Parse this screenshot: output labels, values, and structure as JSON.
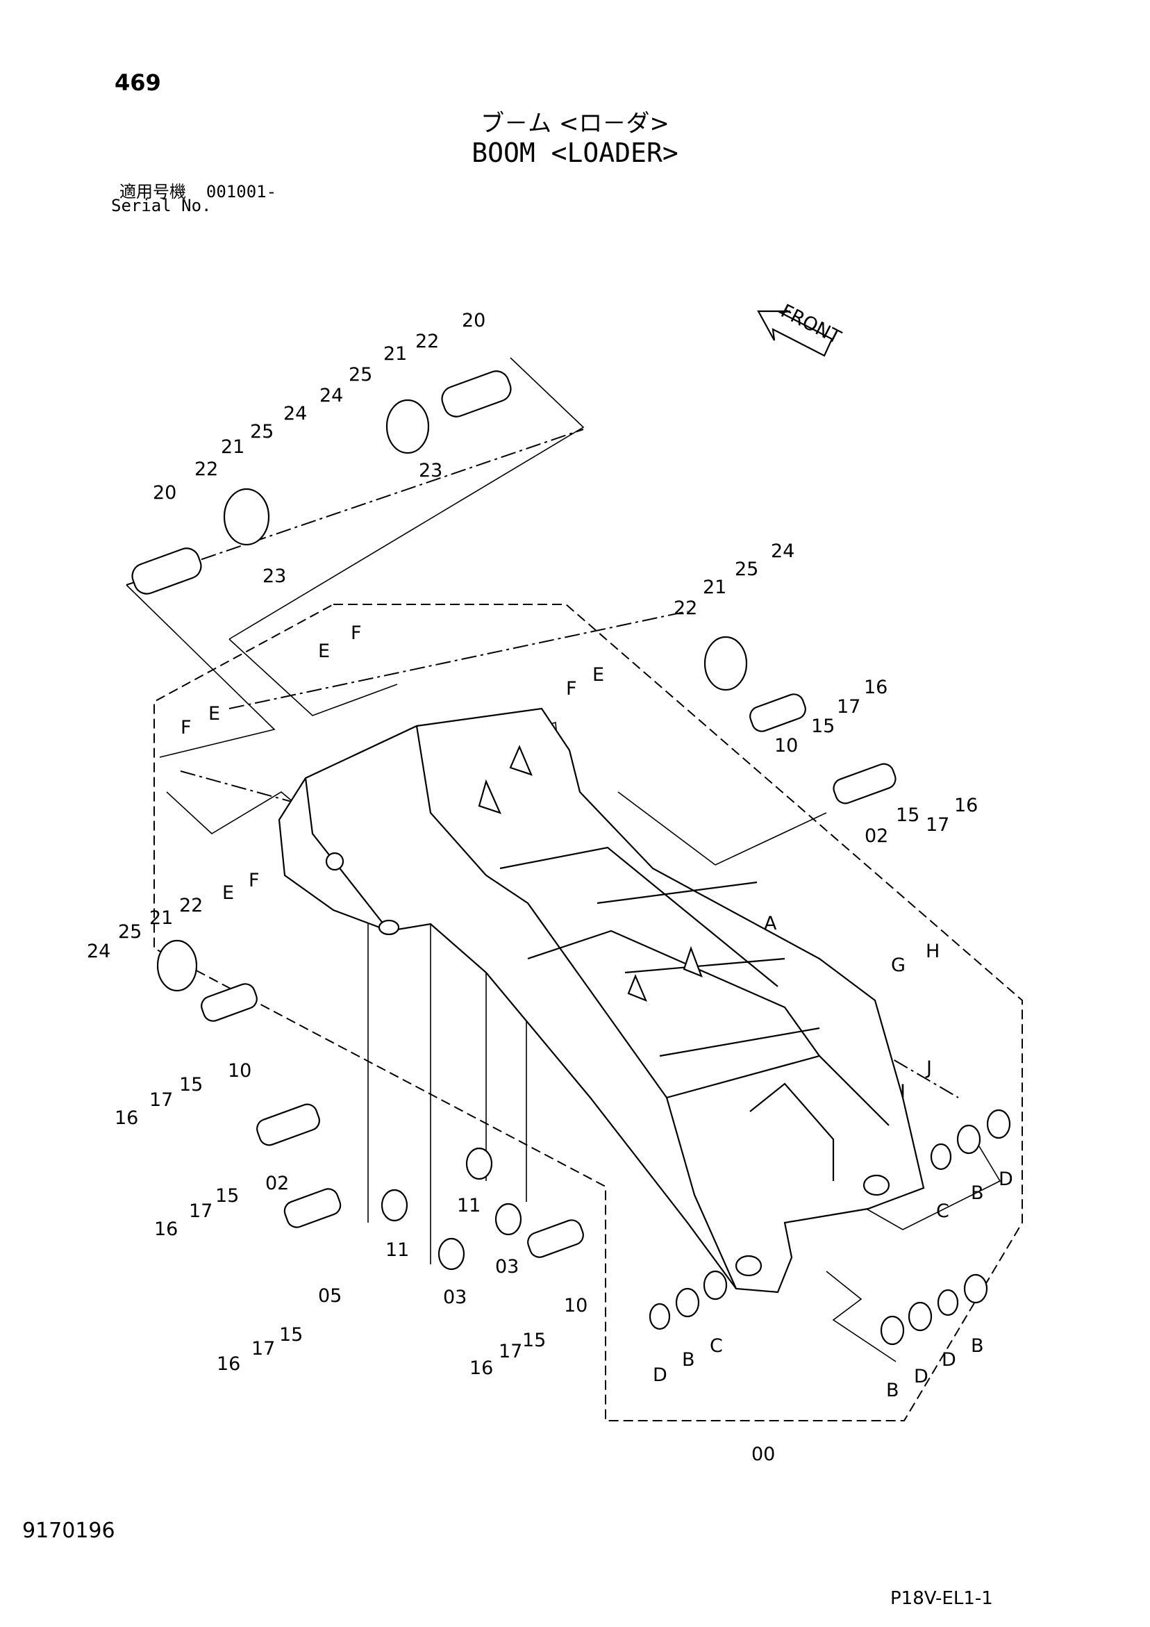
{
  "header": {
    "page_number": "469",
    "title_jp": "ブ－ム <ロ－ダ>",
    "title_en": "BOOM <LOADER>",
    "serial_label_jp": "適用号機  001001-",
    "serial_label_en": "Serial No."
  },
  "footer": {
    "figure_number": "9170196",
    "sheet_code": "P18V-EL1-1"
  },
  "direction_arrow": {
    "label": "FRONT"
  },
  "callouts": [
    {
      "id": "c1",
      "label": "20"
    },
    {
      "id": "c2",
      "label": "22"
    },
    {
      "id": "c3",
      "label": "21"
    },
    {
      "id": "c4",
      "label": "25"
    },
    {
      "id": "c5",
      "label": "24"
    },
    {
      "id": "c6",
      "label": "23"
    },
    {
      "id": "c7",
      "label": "20"
    },
    {
      "id": "c8",
      "label": "22"
    },
    {
      "id": "c9",
      "label": "21"
    },
    {
      "id": "c10",
      "label": "25"
    },
    {
      "id": "c11",
      "label": "24"
    },
    {
      "id": "c12",
      "label": "23"
    },
    {
      "id": "c13",
      "label": "24"
    },
    {
      "id": "c14",
      "label": "25"
    },
    {
      "id": "c15",
      "label": "21"
    },
    {
      "id": "c16",
      "label": "22"
    },
    {
      "id": "c17",
      "label": "16"
    },
    {
      "id": "c18",
      "label": "17"
    },
    {
      "id": "c19",
      "label": "15"
    },
    {
      "id": "c20",
      "label": "10"
    },
    {
      "id": "c21",
      "label": "F"
    },
    {
      "id": "c22",
      "label": "E"
    },
    {
      "id": "c23",
      "label": "16"
    },
    {
      "id": "c24",
      "label": "17"
    },
    {
      "id": "c25",
      "label": "15"
    },
    {
      "id": "c26",
      "label": "02"
    },
    {
      "id": "c27",
      "label": "E"
    },
    {
      "id": "c28",
      "label": "F"
    },
    {
      "id": "c29",
      "label": "F"
    },
    {
      "id": "c30",
      "label": "E"
    },
    {
      "id": "c31",
      "label": "E"
    },
    {
      "id": "c32",
      "label": "F"
    },
    {
      "id": "c33",
      "label": "24"
    },
    {
      "id": "c34",
      "label": "25"
    },
    {
      "id": "c35",
      "label": "21"
    },
    {
      "id": "c36",
      "label": "22"
    },
    {
      "id": "c37",
      "label": "16"
    },
    {
      "id": "c38",
      "label": "17"
    },
    {
      "id": "c39",
      "label": "15"
    },
    {
      "id": "c40",
      "label": "10"
    },
    {
      "id": "c41",
      "label": "16"
    },
    {
      "id": "c42",
      "label": "17"
    },
    {
      "id": "c43",
      "label": "15"
    },
    {
      "id": "c44",
      "label": "02"
    },
    {
      "id": "c45",
      "label": "11"
    },
    {
      "id": "c46",
      "label": "11"
    },
    {
      "id": "c47",
      "label": "03"
    },
    {
      "id": "c48",
      "label": "03"
    },
    {
      "id": "c49",
      "label": "05"
    },
    {
      "id": "c50",
      "label": "16"
    },
    {
      "id": "c51",
      "label": "17"
    },
    {
      "id": "c52",
      "label": "15"
    },
    {
      "id": "c53",
      "label": "10"
    },
    {
      "id": "c54",
      "label": "16"
    },
    {
      "id": "c55",
      "label": "17"
    },
    {
      "id": "c56",
      "label": "15"
    },
    {
      "id": "c57",
      "label": "A"
    },
    {
      "id": "c58",
      "label": "G"
    },
    {
      "id": "c59",
      "label": "H"
    },
    {
      "id": "c60",
      "label": "I"
    },
    {
      "id": "c61",
      "label": "J"
    },
    {
      "id": "c62",
      "label": "C"
    },
    {
      "id": "c63",
      "label": "B"
    },
    {
      "id": "c64",
      "label": "D"
    },
    {
      "id": "c65",
      "label": "D"
    },
    {
      "id": "c66",
      "label": "B"
    },
    {
      "id": "c67",
      "label": "C"
    },
    {
      "id": "c68",
      "label": "B"
    },
    {
      "id": "c69",
      "label": "D"
    },
    {
      "id": "c70",
      "label": "D"
    },
    {
      "id": "c71",
      "label": "B"
    },
    {
      "id": "c72",
      "label": "00"
    }
  ]
}
